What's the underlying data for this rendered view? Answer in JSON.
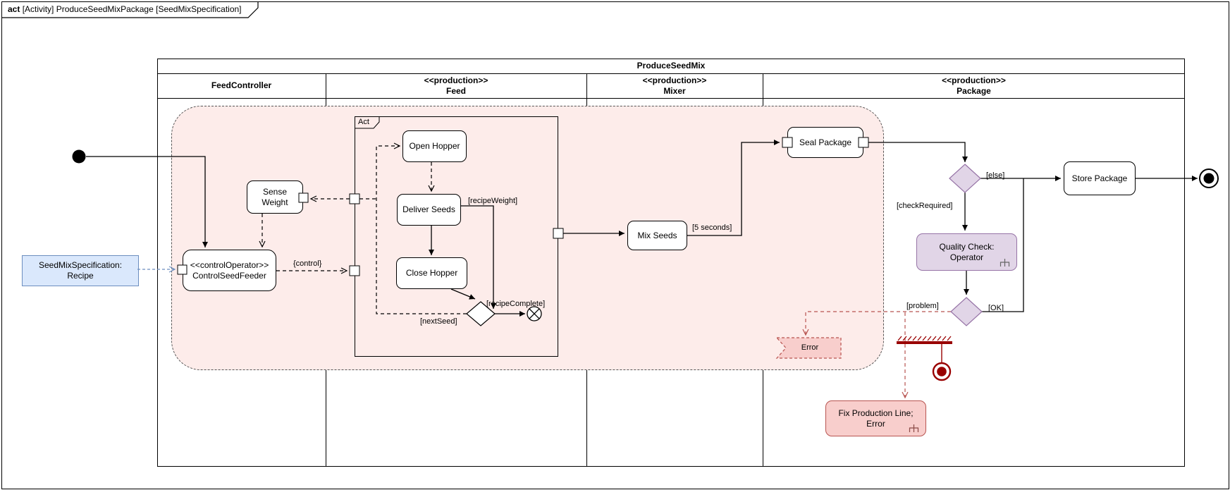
{
  "frame": {
    "keyword": "act",
    "title": "[Activity] ProduceSeedMixPackage [SeedMixSpecification]"
  },
  "pool": {
    "title": "ProduceSeedMix",
    "lanes": [
      {
        "stereotype": "",
        "name": "FeedController"
      },
      {
        "stereotype": "<<production>>",
        "name": "Feed"
      },
      {
        "stereotype": "<<production>>",
        "name": "Mixer"
      },
      {
        "stereotype": "<<production>>",
        "name": "Package"
      }
    ]
  },
  "nodes": {
    "object_recipe": {
      "line1": "SeedMixSpecification:",
      "line2": "Recipe"
    },
    "sense_weight": {
      "line1": "Sense",
      "line2": "Weight"
    },
    "control_seed_feeder": {
      "line1": "<<controlOperator>>",
      "line2": "ControlSeedFeeder"
    },
    "act_frame": {
      "label": "Act"
    },
    "open_hopper": {
      "label": "Open Hopper"
    },
    "deliver_seeds": {
      "label": "Deliver Seeds"
    },
    "close_hopper": {
      "label": "Close Hopper"
    },
    "mix_seeds": {
      "label": "Mix Seeds"
    },
    "seal_package": {
      "label": "Seal Package"
    },
    "quality_check": {
      "line1": "Quality Check:",
      "line2": "Operator"
    },
    "store_package": {
      "label": "Store Package"
    },
    "error_signal": {
      "label": "Error"
    },
    "fix_production_line": {
      "line1": "Fix Production Line;",
      "line2": "Error"
    }
  },
  "edge_labels": {
    "control": "{control}",
    "recipe_weight": "[recipeWeight]",
    "next_seed": "[nextSeed]",
    "recipe_complete": "[recipeComplete]",
    "five_seconds": "[5 seconds]",
    "else_guard": "[else]",
    "check_required": "[checkRequired]",
    "ok": "[OK]",
    "problem": "[problem]"
  },
  "colors": {
    "node_fill": "#ffffff",
    "node_stroke": "#000000",
    "purple_fill": "#e1d5e7",
    "purple_stroke": "#9673a6",
    "pink_fill": "#f8cecc",
    "pink_stroke": "#b85450",
    "blue_fill": "#dae8fc",
    "blue_stroke": "#6c8ebf",
    "region_fill": "#fdecea",
    "dark_red": "#990000"
  }
}
